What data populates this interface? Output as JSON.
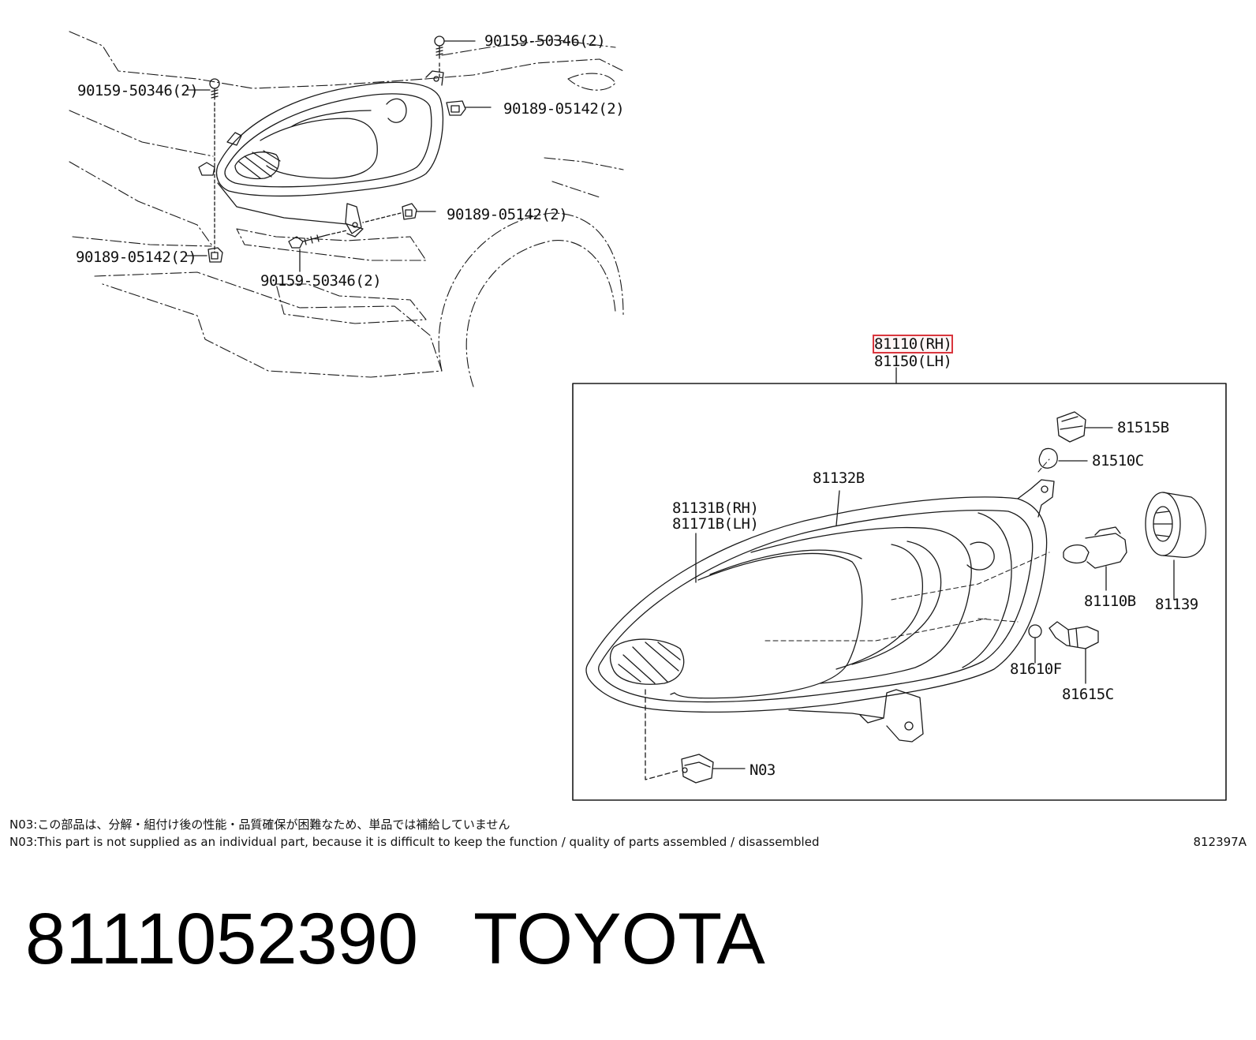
{
  "callouts": {
    "bolt_top": "90159-50346(2)",
    "bolt_left": "90159-50346(2)",
    "clip_top": "90189-05142(2)",
    "clip_mid": "90189-05142(2)",
    "clip_left": "90189-05142(2)",
    "screw_bottom": "90159-50346(2)",
    "assy_rh": "81110(RH)",
    "assy_lh": "81150(LH)",
    "socket": "81515B",
    "bulb_small": "81510C",
    "housing": "81132B",
    "lens_rh": "81131B(RH)",
    "lens_lh": "81171B(LH)",
    "bulb_main": "81110B",
    "cover": "81139",
    "bulb_side": "81610F",
    "socket_side": "81615C",
    "n03": "N03"
  },
  "notes": {
    "jp": "N03:この部品は、分解・組付け後の性能・品質確保が困難なため、単品では補給していません",
    "en": "N03:This part is not supplied as an individual part, because it is difficult to keep the function / quality of parts assembled / disassembled",
    "ref_code": "812397A"
  },
  "footer": {
    "part_number": "8111052390",
    "brand": "TOYOTA"
  },
  "colors": {
    "highlight": "#d9363e",
    "line": "#1a1a1a"
  }
}
